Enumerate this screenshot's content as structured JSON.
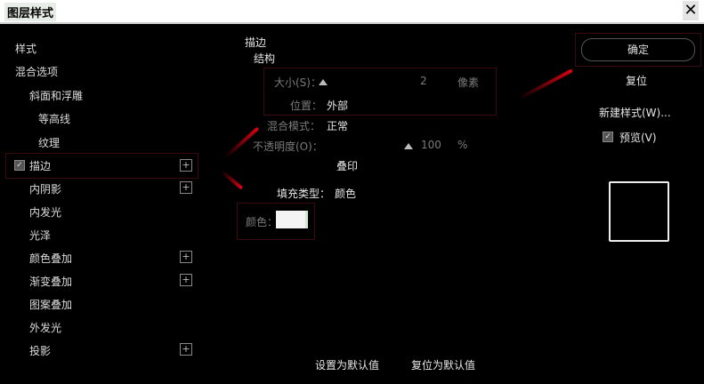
{
  "window": {
    "title": "图层样式",
    "close_label": "✕"
  },
  "sidebar": {
    "items": [
      {
        "label": "样式",
        "dim": true
      },
      {
        "label": "混合选项",
        "dim": true
      },
      {
        "label": "斜面和浮雕"
      },
      {
        "label": "等高线"
      },
      {
        "label": "纹理"
      },
      {
        "label": "描边",
        "checked": true,
        "plus": true,
        "selected": true
      },
      {
        "label": "内阴影",
        "plus": true
      },
      {
        "label": "内发光"
      },
      {
        "label": "光泽"
      },
      {
        "label": "颜色叠加",
        "plus": true
      },
      {
        "label": "渐变叠加",
        "plus": true
      },
      {
        "label": "图案叠加"
      },
      {
        "label": "外发光"
      },
      {
        "label": "投影",
        "plus": true
      }
    ],
    "plus_icon": "+",
    "check_icon": "✓"
  },
  "panel": {
    "section_title": "描边",
    "group_title": "结构",
    "size_label": "大小(S)：",
    "size_value": "2",
    "size_unit": "像素",
    "position_label": "位置：",
    "position_value": "外部",
    "blend_label": "混合模式：",
    "blend_value": "正常",
    "opacity_label": "不透明度(O)：",
    "opacity_value": "100",
    "opacity_unit": "%",
    "overprint_label": "叠印",
    "fill_type_label": "填充类型：",
    "fill_type_value": "颜色",
    "color_label": "颜色：",
    "color_value": "#f4f4f4"
  },
  "right": {
    "ok_label": "确定",
    "reset_label": "复位",
    "new_style_label": "新建样式(W)...",
    "preview_label": "预览(V)",
    "preview_checked": true
  },
  "footer": {
    "set_default_label": "设置为默认值",
    "reset_default_label": "复位为默认值"
  },
  "colors": {
    "annotation_red": "#e00010",
    "highlight_border": "#3a0a10"
  }
}
